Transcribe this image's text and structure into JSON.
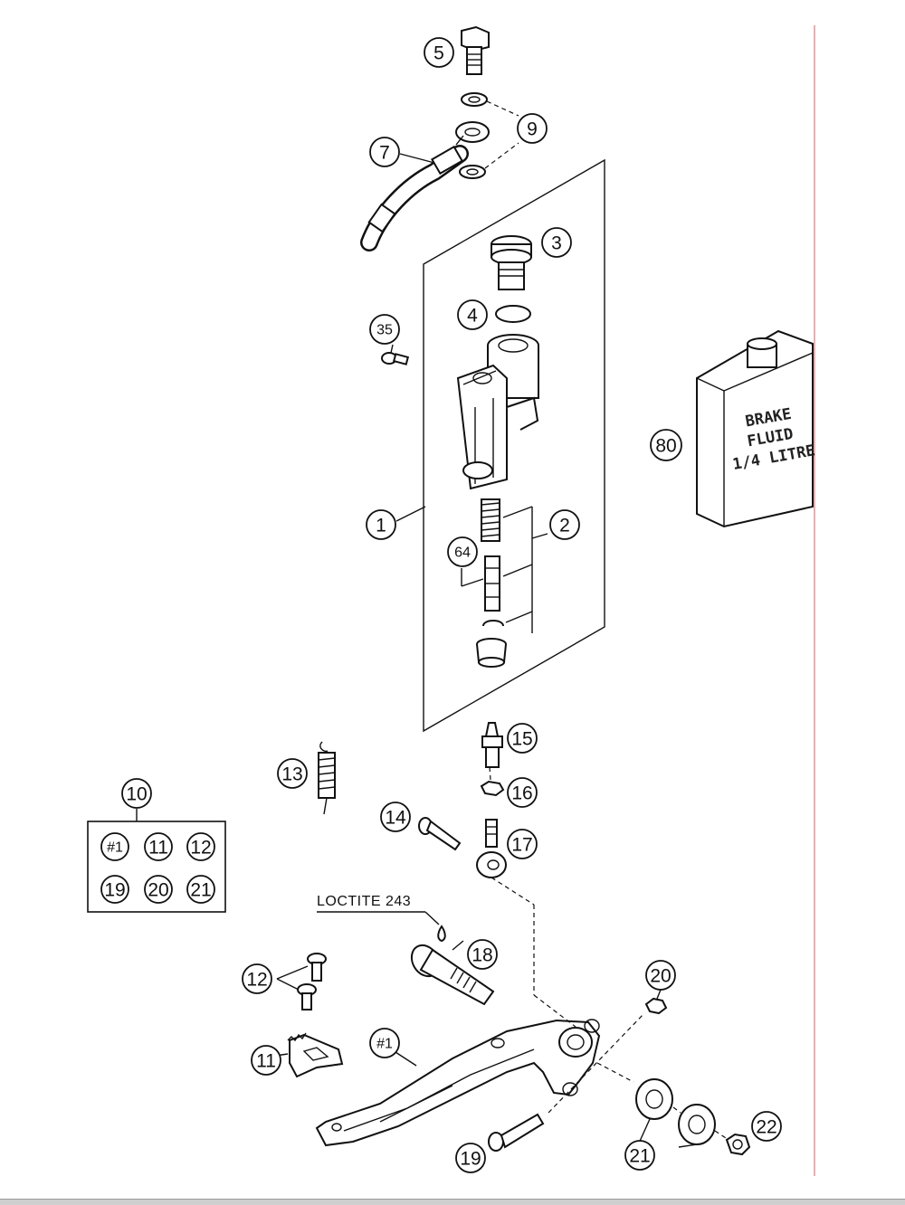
{
  "callouts": {
    "c1": "1",
    "c2": "2",
    "c3": "3",
    "c4": "4",
    "c5": "5",
    "c7": "7",
    "c9": "9",
    "c10": "10",
    "c11": "11",
    "c12": "12",
    "c13": "13",
    "c14": "14",
    "c15": "15",
    "c16": "16",
    "c17": "17",
    "c18": "18",
    "c19": "19",
    "c20": "20",
    "c21": "21",
    "c22": "22",
    "c35": "35",
    "c64": "64",
    "c80": "80",
    "c_h1": "#1"
  },
  "kit_box": {
    "items": [
      "#1",
      "11",
      "12",
      "19",
      "20",
      "21"
    ]
  },
  "note": "LOCTITE 243",
  "fluid_can": {
    "line1": "BRAKE",
    "line2": "FLUID",
    "line3": "1/4 LITRE"
  },
  "colors": {
    "margin_line": "#e29a9a",
    "ink": "#111111"
  }
}
